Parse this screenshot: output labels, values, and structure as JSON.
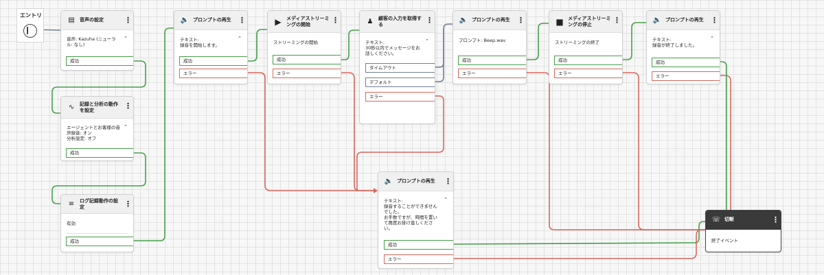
{
  "entry": {
    "label": "エントリ"
  },
  "blocks": {
    "voice": {
      "title": "音声の設定",
      "body": "音声: Kazuha (ニューラル: なし)",
      "ports": [
        "成功"
      ]
    },
    "record": {
      "title": "記録と分析の動作を設定",
      "body": "エージェントとお客様の音声録音: オン\n分析設定: オフ",
      "ports": [
        "成功"
      ]
    },
    "log": {
      "title": "ログ記録動作の設定",
      "body": "有効",
      "ports": [
        "成功"
      ]
    },
    "prompt1": {
      "title": "プロンプトの再生",
      "body": "テキスト:\n録音を開始します。",
      "ports": [
        "成功",
        "エラー"
      ]
    },
    "stream_start": {
      "title": "メディアストリーミングの開始",
      "body": "ストリーミングの開始",
      "ports": [
        "成功",
        "エラー"
      ]
    },
    "input": {
      "title": "顧客の入力を取得する",
      "body": "テキスト:\n30秒以内でメッセージをお話しください。",
      "ports": [
        "タイムアウト",
        "デフォルト",
        "エラー"
      ]
    },
    "prompt2": {
      "title": "プロンプトの再生",
      "body": "プロンプト: Beep.wav",
      "ports": [
        "成功",
        "エラー"
      ]
    },
    "stream_stop": {
      "title": "メディアストリーミングの停止",
      "body": "ストリーミングの終了",
      "ports": [
        "成功",
        "エラー"
      ]
    },
    "prompt3": {
      "title": "プロンプトの再生",
      "body": "テキスト:\n録音が終了しました。",
      "ports": [
        "成功",
        "エラー"
      ]
    },
    "prompt_err": {
      "title": "プロンプトの再生",
      "body": "テキスト:\n録音することができませんでした。\nお手数ですが、時間を置いて再度お掛け直しください。",
      "ports": [
        "成功",
        "エラー"
      ]
    },
    "disconnect": {
      "title": "切断",
      "body": "終了イベント",
      "ports": []
    }
  },
  "icons": {
    "voice": "voice-settings-icon",
    "record": "waveform-icon",
    "log": "log-settings-icon",
    "prompt": "speaker-icon",
    "stream_start": "play-icon",
    "input": "customer-input-icon",
    "stream_stop": "stop-icon",
    "disconnect": "hang-up-icon",
    "menu": "kebab-menu-icon",
    "collapse": "chevron-up-icon"
  },
  "colors": {
    "success": "#43a047",
    "error": "#d9675a",
    "neutral": "#6f7f94",
    "header": "#f0f0f0",
    "header_dark": "#3a3a3a"
  }
}
